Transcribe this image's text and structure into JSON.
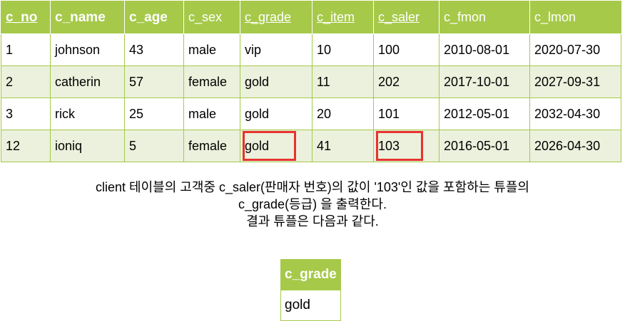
{
  "main_table": {
    "headers": [
      "c_no",
      "c_name",
      "c_age",
      "c_sex",
      "c_grade",
      "c_item",
      "c_saler",
      "c_fmon",
      "c_lmon"
    ],
    "rows": [
      [
        "1",
        "johnson",
        "43",
        "male",
        "vip",
        "10",
        "100",
        "2010-08-01",
        "2020-07-30"
      ],
      [
        "2",
        "catherin",
        "57",
        "female",
        "gold",
        "11",
        "202",
        "2017-10-01",
        "2027-09-31"
      ],
      [
        "3",
        "rick",
        "25",
        "male",
        "gold",
        "20",
        "101",
        "2012-05-01",
        "2032-04-30"
      ],
      [
        "12",
        "ioniq",
        "5",
        "female",
        "gold",
        "41",
        "103",
        "2016-05-01",
        "2026-04-30"
      ]
    ],
    "highlight_color": "#e8322f",
    "header_color": "#a6c94a",
    "alt_row_color": "#ebf1dc"
  },
  "description": {
    "line1": "client 테이블의 고객중 c_saler(판매자 번호)의 값이 '103'인 값을 포함하는 튜플의",
    "line2": "c_grade(등급) 을 출력한다.",
    "line3": "결과 튜플은 다음과 같다."
  },
  "result_table": {
    "header": "c_grade",
    "value": "gold"
  }
}
